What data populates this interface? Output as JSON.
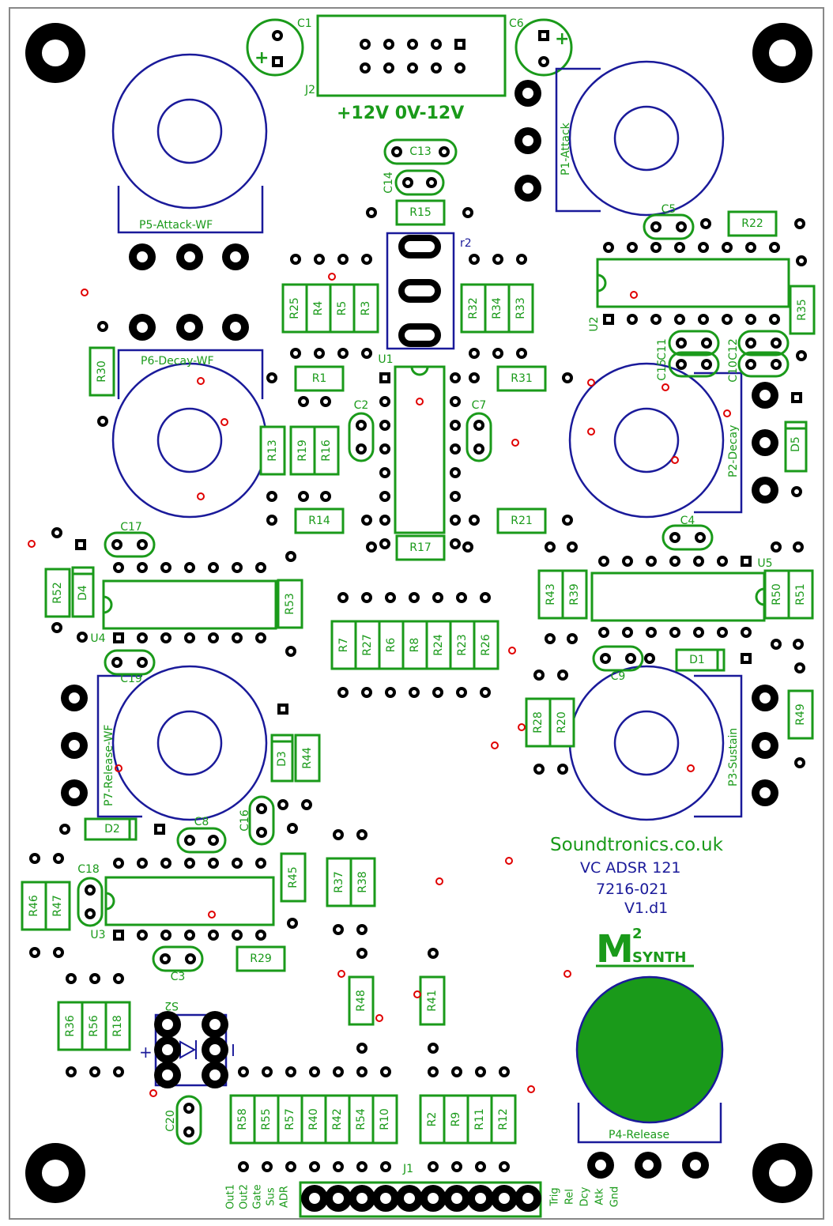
{
  "board": {
    "title": "Soundtronics.co.uk",
    "subtitle": "VC ADSR 121",
    "part_number": "7216-021",
    "version": "V1.d1",
    "logo_letter": "M",
    "logo_super": "2",
    "logo_text": "SYNTH",
    "power_label": "+12V 0V-12V"
  },
  "colors": {
    "silk": "#1a9a1a",
    "outline": "#1a1a9a",
    "pad": "#000000",
    "via": "#e00000"
  },
  "pots": {
    "p1": "P1-Attack",
    "p2": "P2-Decay",
    "p3": "P3-Sustain",
    "p4": "P4-Release",
    "p5": "P5-Attack-WF",
    "p6": "P6-Decay-WF",
    "p7": "P7-Release-WF"
  },
  "connectors": {
    "j1": "J1",
    "j2": "J2",
    "r2": "r2",
    "s2": "S2",
    "left_pins": [
      "Out1",
      "Out2",
      "Gate",
      "Sus",
      "ADR"
    ],
    "right_pins": [
      "Trig",
      "Rel",
      "Dcy",
      "Atk",
      "Gnd"
    ]
  },
  "ics": {
    "u1": "U1",
    "u2": "U2",
    "u3": "U3",
    "u4": "U4",
    "u5": "U5"
  },
  "capacitors": {
    "c1": "C1",
    "c2": "C2",
    "c3": "C3",
    "c4": "C4",
    "c5": "C5",
    "c6": "C6",
    "c7": "C7",
    "c8": "C8",
    "c9": "C9",
    "c10": "C10",
    "c11": "C11",
    "c12": "C12",
    "c13": "C13",
    "c14": "C14",
    "c15": "C15",
    "c16": "C16",
    "c17": "C17",
    "c18": "C18",
    "c19": "C19",
    "c20": "C20"
  },
  "diodes": {
    "d1": "D1",
    "d2": "D2",
    "d3": "D3",
    "d4": "D4",
    "d5": "D5"
  },
  "resistors": {
    "r1": "R1",
    "r2": "R2",
    "r3": "R3",
    "r4": "R4",
    "r5": "R5",
    "r6": "R6",
    "r7": "R7",
    "r8": "R8",
    "r9": "R9",
    "r10": "R10",
    "r11": "R11",
    "r12": "R12",
    "r13": "R13",
    "r14": "R14",
    "r15": "R15",
    "r16": "R16",
    "r17": "R17",
    "r18": "R18",
    "r19": "R19",
    "r20": "R20",
    "r21": "R21",
    "r22": "R22",
    "r23": "R23",
    "r24": "R24",
    "r25": "R25",
    "r26": "R26",
    "r27": "R27",
    "r28": "R28",
    "r29": "R29",
    "r30": "R30",
    "r31": "R31",
    "r32": "R32",
    "r33": "R33",
    "r34": "R34",
    "r35": "R35",
    "r36": "R36",
    "r37": "R37",
    "r38": "R38",
    "r39": "R39",
    "r40": "R40",
    "r41": "R41",
    "r42": "R42",
    "r43": "R43",
    "r44": "R44",
    "r45": "R45",
    "r46": "R46",
    "r47": "R47",
    "r48": "R48",
    "r49": "R49",
    "r50": "R50",
    "r51": "R51",
    "r52": "R52",
    "r53": "R53",
    "r54": "R54",
    "r55": "R55",
    "r56": "R56",
    "r57": "R57",
    "r58": "R58"
  }
}
